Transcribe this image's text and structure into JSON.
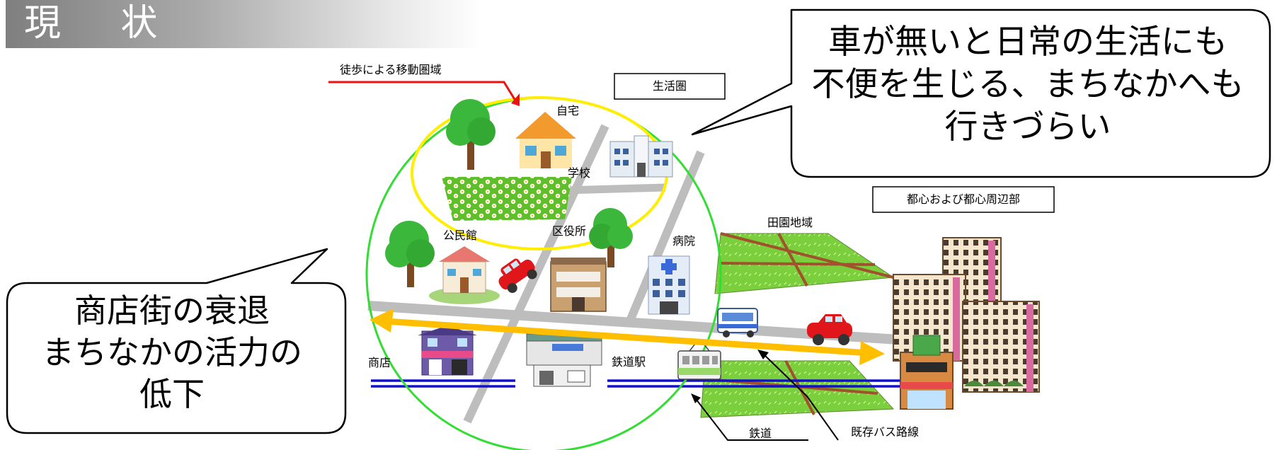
{
  "title": "現 状",
  "bubbles": {
    "top_right": [
      "車が無いと日常の生活にも",
      "不便を生じる、まちなかへも",
      "行きづらい"
    ],
    "left": [
      "商店街の衰退",
      "まちなかの活力の",
      "低下"
    ]
  },
  "labels": {
    "walking_area": "徒歩による移動圏域",
    "living_area": "生活圏",
    "home": "自宅",
    "school": "学校",
    "community_hall": "公民館",
    "ward_office": "区役所",
    "hospital": "病院",
    "shop": "商店",
    "station": "鉄道駅",
    "railway": "鉄道",
    "bus_route": "既存バス路線",
    "rural_area": "田園地域",
    "city_center": "都心および都心周辺部"
  },
  "colors": {
    "walking_circle": "#33dd33",
    "living_ellipse": "#ffee00",
    "walking_pointer": "#ee1111",
    "road": "#bdbdbd",
    "flow_arrow": "#ffbf00",
    "rail": "#1111cc",
    "field": "#7ccf3c"
  },
  "icons": [
    "tree-icon",
    "house-icon",
    "school-icon",
    "flower-field-icon",
    "community-hall-icon",
    "car-icon",
    "ward-office-icon",
    "hospital-icon",
    "shop-icon",
    "station-icon",
    "train-icon",
    "bus-icon",
    "building-icon"
  ]
}
